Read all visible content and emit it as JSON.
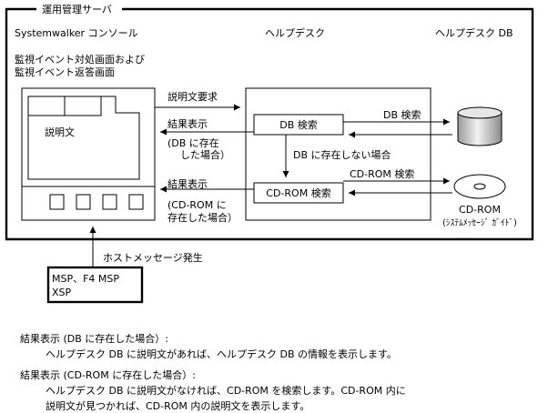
{
  "server": {
    "title": "運用管理サーバ"
  },
  "columns": {
    "console": "Systemwalker コンソール",
    "helpdesk": "ヘルプデスク",
    "db": "ヘルプデスク DB"
  },
  "console": {
    "screen_title_line1": "監視イベント対処画面および",
    "screen_title_line2": "監視イベント返答画面",
    "doc_label": "説明文"
  },
  "helpdesk": {
    "db_search": "DB 検索",
    "not_in_db": "DB に存在しない場合",
    "cdrom_search": "CD-ROM 検索"
  },
  "arrows": {
    "request": "説明文要求",
    "result1": "結果表示",
    "result1_note_line1": "(DB に存在",
    "result1_note_line2": "した場合）",
    "result2": "結果表示",
    "result2_note_line1": "(CD-ROM に",
    "result2_note_line2": "存在した場合）",
    "db_search": "DB 検索",
    "cdrom_search": "CD-ROM 検索"
  },
  "cdrom": {
    "label": "CD-ROM",
    "sub": "(ｼｽﾃﾑﾒｯｾｰｼﾞ ｶﾞｲﾄﾞ)"
  },
  "host": {
    "event": "ホストメッセージ発生",
    "line1": "MSP、F4  MSP",
    "line2": "XSP"
  },
  "notes": [
    {
      "head": "結果表示 (DB に存在した場合）:",
      "body": [
        "ヘルプデスク DB に説明文があれば、ヘルプデスク DB の情報を表示します。"
      ]
    },
    {
      "head": "結果表示 (CD-ROM に存在した場合）:",
      "body": [
        "ヘルプデスク DB に説明文がなければ、CD-ROM を検索します。CD-ROM 内に",
        "説明文が見つかれば、CD-ROM 内の説明文を表示します。"
      ]
    }
  ]
}
